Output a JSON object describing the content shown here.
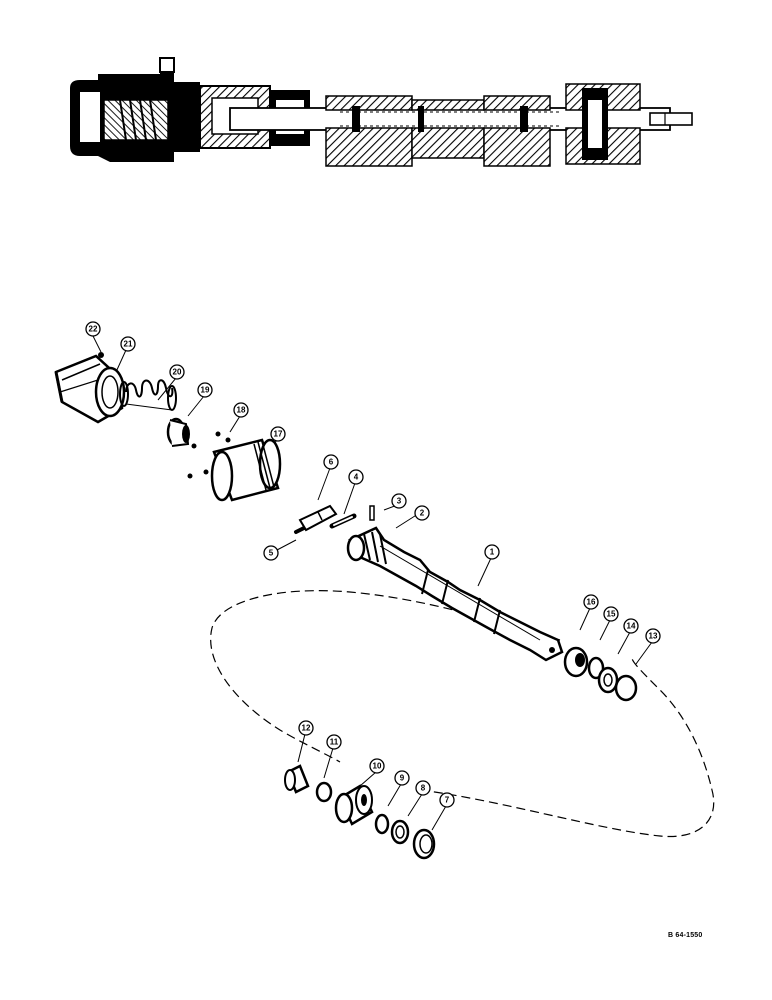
{
  "callouts": [
    "1",
    "2",
    "3",
    "4",
    "5",
    "6",
    "7",
    "8",
    "9",
    "10",
    "11",
    "12",
    "13",
    "14",
    "15",
    "16",
    "17",
    "18",
    "19",
    "20",
    "21",
    "22"
  ],
  "reference_number": "B 64-1550",
  "colors": {
    "ink": "#000000",
    "paper": "#ffffff"
  }
}
